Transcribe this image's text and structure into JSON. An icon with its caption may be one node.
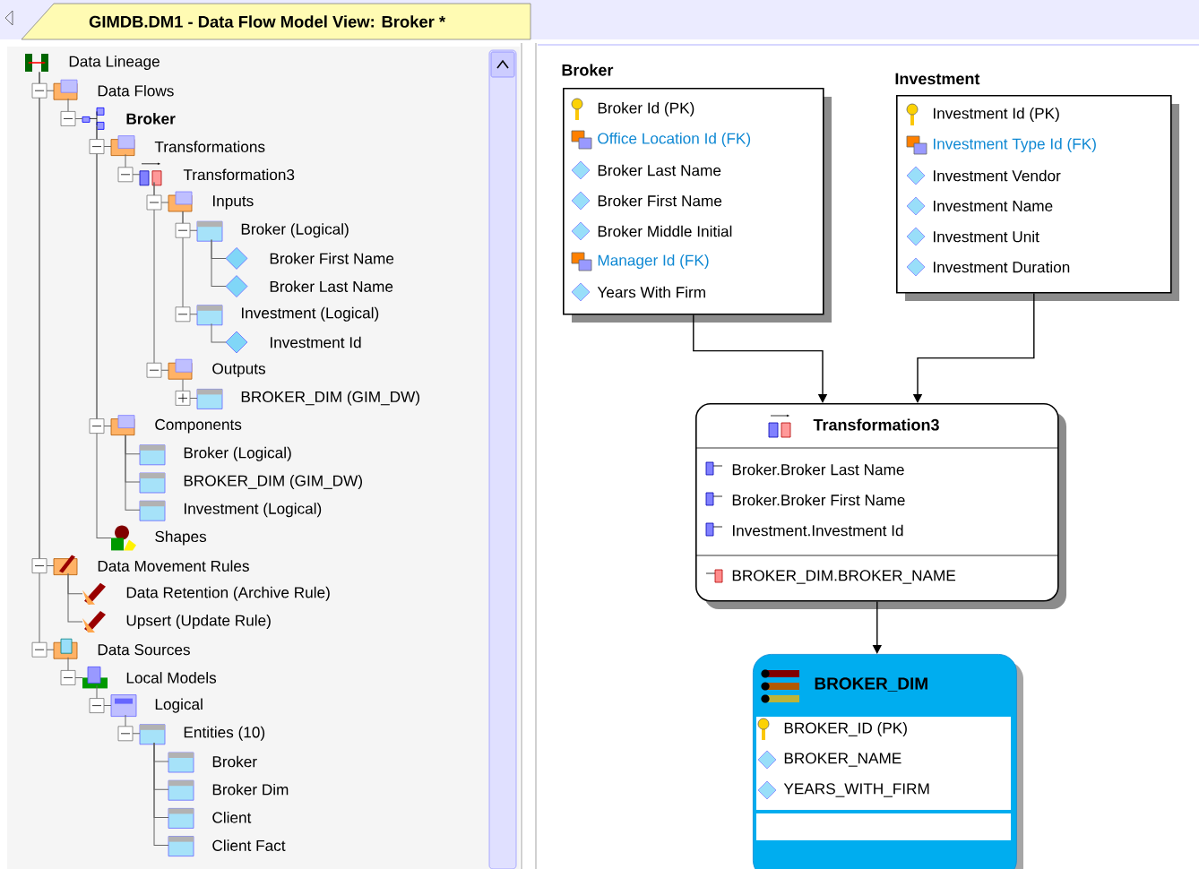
{
  "diagram": {
    "nodes": [
      {
        "text": [
          "Data Lineage"
        ]
      },
      {
        "text": [
          "Data Flows"
        ]
      },
      {
        "text": [
          "Broker"
        ]
      },
      {
        "text": [
          "Transformations"
        ]
      },
      {
        "text": [
          "Transformation3"
        ]
      },
      {
        "text": [
          "Inputs"
        ]
      },
      {
        "text": [
          "Broker (Logical)"
        ]
      },
      {
        "text": [
          "Broker First Name"
        ]
      },
      {
        "text": [
          "Broker Last Name"
        ]
      },
      {
        "text": [
          "Investment (Logical)"
        ]
      },
      {
        "text": [
          "Investment Id"
        ]
      },
      {
        "text": [
          "Outputs"
        ]
      },
      {
        "text": [
          "BROKER_DIM (GIM_DW)"
        ]
      },
      {
        "text": [
          "Components"
        ]
      },
      {
        "text": [
          "Broker (Logical)"
        ]
      },
      {
        "text": [
          "BROKER_DIM (GIM_DW)"
        ]
      },
      {
        "text": [
          "Investment (Logical)"
        ]
      },
      {
        "text": [
          "Shapes"
        ]
      },
      {
        "text": [
          "Data Movement Rules"
        ]
      },
      {
        "text": [
          "Data Retention (Archive Rule)"
        ]
      },
      {
        "text": [
          "Upsert (Update Rule)"
        ]
      },
      {
        "text": [
          "Data Sources"
        ]
      },
      {
        "text": [
          "Local Models"
        ]
      },
      {
        "text": [
          "Logical"
        ]
      },
      {
        "text": [
          "Entities (10)"
        ]
      },
      {
        "text": [
          "Broker"
        ]
      },
      {
        "text": [
          "Broker Dim"
        ]
      },
      {
        "text": [
          "Client"
        ]
      },
      {
        "text": [
          "Client Fact"
        ]
      },
      {
        "text": [
          "Broker",
          "Broker Id (PK)",
          "Office Location Id (FK)",
          "Broker Last Name",
          "Broker First Name",
          "Broker Middle Initial",
          "Manager Id (FK)",
          "Years With Firm"
        ]
      },
      {
        "text": [
          "Investment",
          "Investment Id (PK)",
          "Investment Type Id (FK)",
          "Investment Vendor",
          "Investment Name",
          "Investment Unit",
          "Investment Duration"
        ]
      },
      {
        "text": [
          "Transformation3",
          "Broker.Broker Last Name",
          "Broker.Broker First Name",
          "Investment.Investment Id",
          "BROKER_DIM.BROKER_NAME"
        ]
      },
      {
        "text": [
          "BROKER_DIM",
          "BROKER_ID (PK)",
          "BROKER_NAME",
          "YEARS_WITH_FIRM"
        ]
      }
    ],
    "edges": [
      {
        "from": 0,
        "to": 1,
        "arrow": "none"
      },
      {
        "from": 1,
        "to": 2,
        "arrow": "none"
      },
      {
        "from": 2,
        "to": 3,
        "arrow": "none"
      },
      {
        "from": 3,
        "to": 4,
        "arrow": "none"
      },
      {
        "from": 4,
        "to": 5,
        "arrow": "none"
      },
      {
        "from": 5,
        "to": 6,
        "arrow": "none"
      },
      {
        "from": 6,
        "to": 7,
        "arrow": "none"
      },
      {
        "from": 6,
        "to": 8,
        "arrow": "none"
      },
      {
        "from": 5,
        "to": 9,
        "arrow": "none"
      },
      {
        "from": 9,
        "to": 10,
        "arrow": "none"
      },
      {
        "from": 4,
        "to": 11,
        "arrow": "none"
      },
      {
        "from": 11,
        "to": 12,
        "arrow": "none"
      },
      {
        "from": 2,
        "to": 13,
        "arrow": "none"
      },
      {
        "from": 13,
        "to": 14,
        "arrow": "none"
      },
      {
        "from": 13,
        "to": 15,
        "arrow": "none"
      },
      {
        "from": 13,
        "to": 16,
        "arrow": "none"
      },
      {
        "from": 2,
        "to": 17,
        "arrow": "none"
      },
      {
        "from": 0,
        "to": 18,
        "arrow": "none"
      },
      {
        "from": 18,
        "to": 19,
        "arrow": "none"
      },
      {
        "from": 18,
        "to": 20,
        "arrow": "none"
      },
      {
        "from": 0,
        "to": 21,
        "arrow": "none"
      },
      {
        "from": 21,
        "to": 22,
        "arrow": "none"
      },
      {
        "from": 22,
        "to": 23,
        "arrow": "none"
      },
      {
        "from": 23,
        "to": 24,
        "arrow": "none"
      },
      {
        "from": 24,
        "to": 25,
        "arrow": "none"
      },
      {
        "from": 24,
        "to": 26,
        "arrow": "none"
      },
      {
        "from": 24,
        "to": 27,
        "arrow": "none"
      },
      {
        "from": 24,
        "to": 28,
        "arrow": "none"
      },
      {
        "from": 29,
        "to": 31,
        "arrow": "to",
        "color": "#000000"
      },
      {
        "from": 30,
        "to": 31,
        "arrow": "to",
        "color": "#000000"
      },
      {
        "from": 31,
        "to": 32,
        "arrow": "to",
        "color": "#000000"
      }
    ],
    "labels": [
      "GIMDB.DM1 - Data Flow Model View: Broker *"
    ]
  }
}
